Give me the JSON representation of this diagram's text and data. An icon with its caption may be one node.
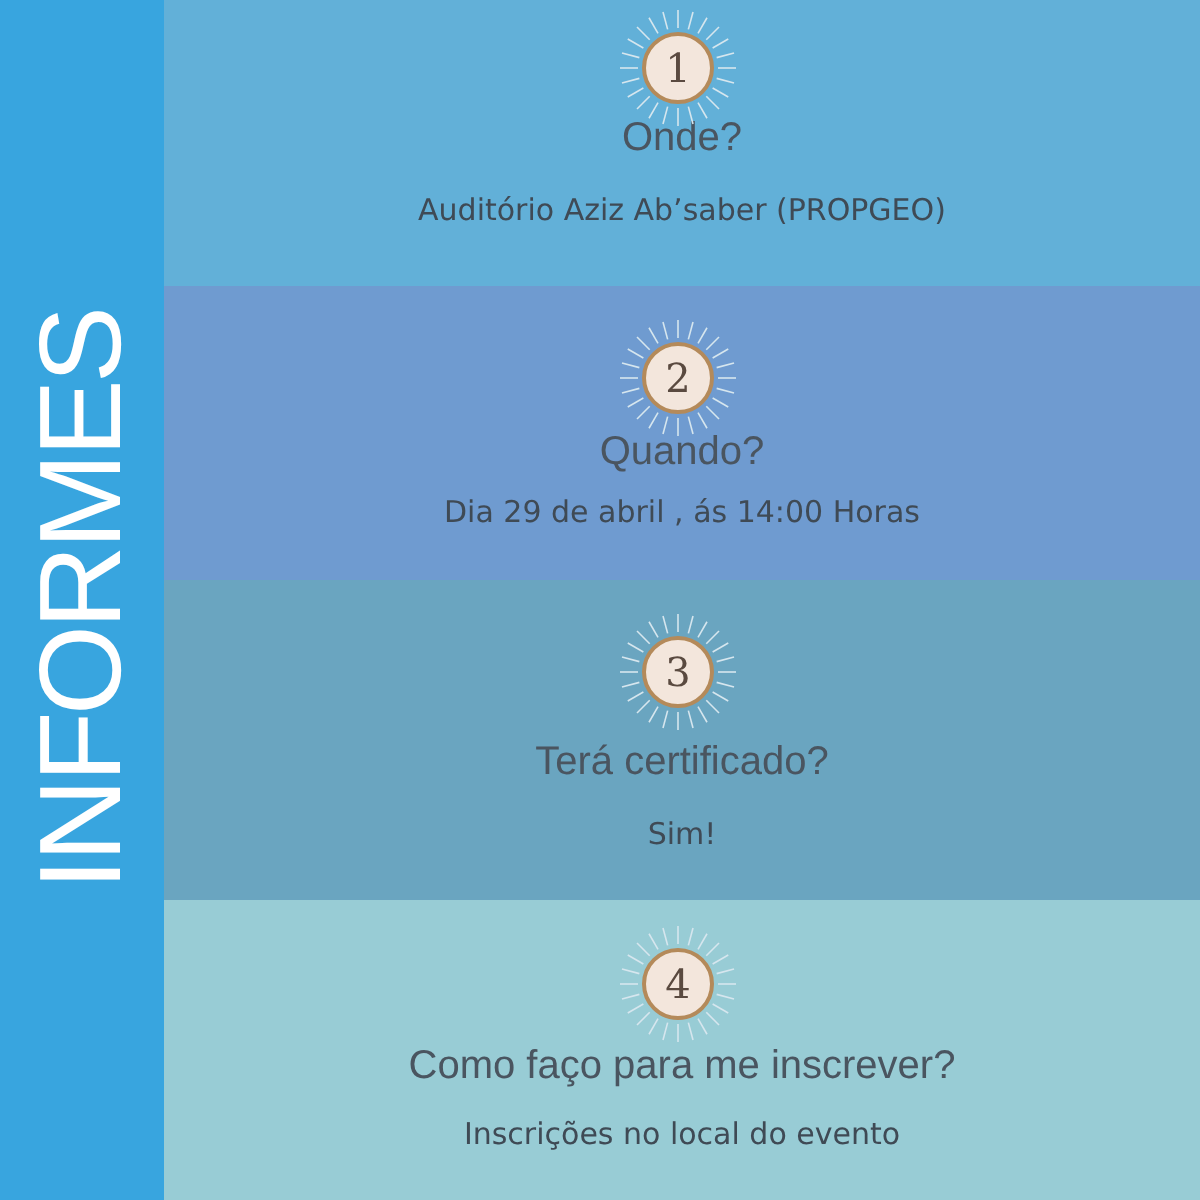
{
  "diagram": {
    "title": "INFORMES",
    "nodes": [
      {
        "text": [
          "Onde?",
          "Auditório  Aziz Ab’saber (PROPGEO)"
        ]
      },
      {
        "text": [
          "1"
        ],
        "in": 0
      },
      {
        "text": [
          "Quando?",
          "Dia 29 de abril , ás  14:00 Horas"
        ]
      },
      {
        "text": [
          "2"
        ],
        "in": 2
      },
      {
        "text": [
          "Terá certificado?",
          "Sim!"
        ]
      },
      {
        "text": [
          "3"
        ],
        "in": 4
      },
      {
        "text": [
          "Como faço para me inscrever?",
          "Inscrições no local do evento"
        ]
      },
      {
        "text": [
          "4"
        ],
        "in": 6
      }
    ]
  }
}
